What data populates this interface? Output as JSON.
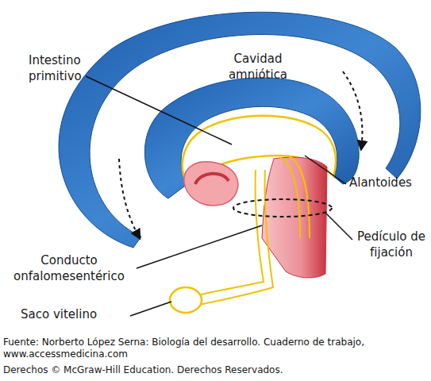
{
  "diagram": {
    "caption": "Fuente: Norberto López Serna: Biología del desarrollo. Cuaderno de trabajo, www.accessmedicina.com",
    "labels": [
      "Intestino primitivo",
      "Cavidad amniótica",
      "Alantoides",
      "Pedículo de fijación",
      "Conducto onfalomesentérico",
      "Saco vitelino",
      "Derechos © McGraw-Hill Education. Derechos Reservados."
    ]
  }
}
